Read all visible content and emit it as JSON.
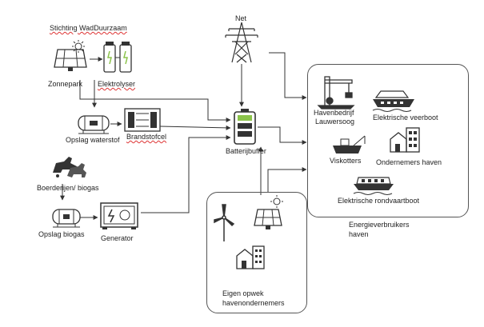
{
  "labels": {
    "stichting": "Stichting WadDuurzaam",
    "net": "Net",
    "zonnepark": "Zonnepark",
    "elektrolyser": "Elektrolyser",
    "opslag_waterstof": "Opslag waterstof",
    "brandstofcel": "Brandstofcel",
    "batterijbuffer": "Batterijbuffer",
    "boerderijen": "Boerderijen/ biogas",
    "opslag_biogas": "Opslag biogas",
    "generator": "Generator",
    "havenbedrijf": "Havenbedrijf",
    "lauwersoog": "Lauwersoog",
    "elektrische_veerboot": "Elektrische veerboot",
    "viskotters": "Viskotters",
    "ondernemers_haven": "Ondernemers haven",
    "elektrische_rondvaartboot": "Elektrische rondvaartboot",
    "energieverbruikers_1": "Energieverbruikers",
    "energieverbruikers_2": "haven",
    "eigen_opwek_1": "Eigen opwek",
    "eigen_opwek_2": "havenondernemers"
  },
  "icons": {
    "solar": "solar-panel-icon",
    "sun": "sun-icon",
    "electrolyser": "electrolyser-icon",
    "pylon": "power-pylon-icon",
    "tank": "storage-tank-icon",
    "fuelcell": "fuel-cell-icon",
    "battery": "battery-icon",
    "farm": "farm-animals-icon",
    "generator": "generator-icon",
    "crane": "harbor-crane-icon",
    "ferry": "ferry-icon",
    "fishing": "fishing-boat-icon",
    "buildings": "buildings-icon",
    "tourboat": "tour-boat-icon",
    "turbine": "wind-turbine-icon"
  },
  "colors": {
    "line": "#333333",
    "accent_green": "#8bc34a",
    "spellcheck": "#dd3333"
  }
}
